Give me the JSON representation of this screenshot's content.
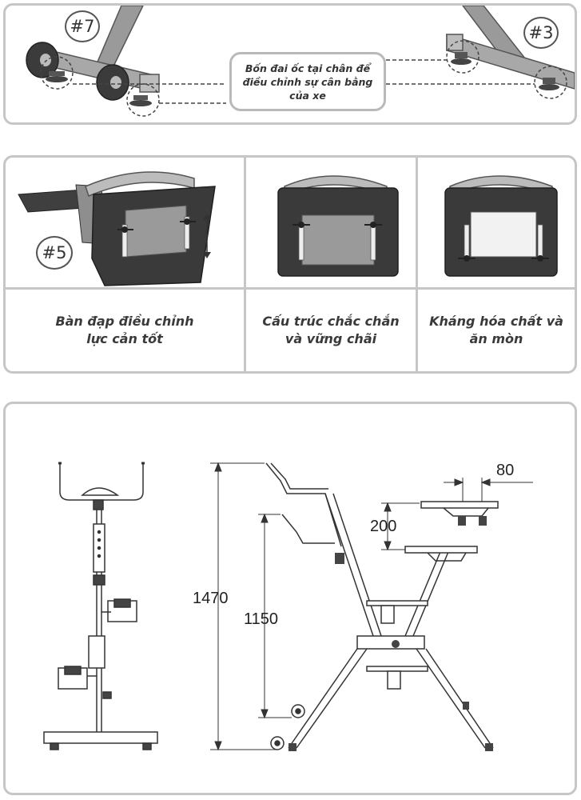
{
  "top_panel": {
    "badge_left": "#7",
    "badge_right": "#3",
    "callout_lines": [
      "Bốn đai ốc tại chân để",
      "điều chỉnh sự cân bằng",
      "của xe"
    ]
  },
  "middle_panel": {
    "badge": "#5",
    "captions": [
      {
        "lines": [
          "Bàn đạp điều chỉnh",
          "lực cản tốt"
        ]
      },
      {
        "lines": [
          "Cấu trúc chắc chắn",
          "và vững chãi"
        ]
      },
      {
        "lines": [
          "Kháng hóa chất và",
          "ăn mòn"
        ]
      }
    ]
  },
  "bottom_panel": {
    "dimensions": {
      "total_height": "1470",
      "seat_height": "1150",
      "seat_adjust": "200",
      "offset": "80"
    }
  },
  "colors": {
    "panel_border": "#c6c6c6",
    "dark_part": "#3d3d3d",
    "frame_grey": "#8a8a8a"
  }
}
